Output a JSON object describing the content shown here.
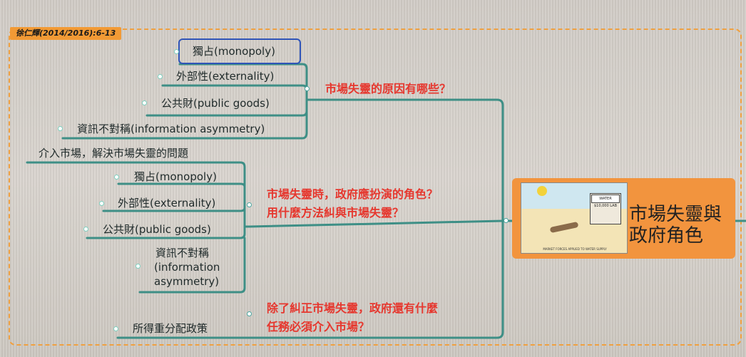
{
  "boundary_label": "徐仁輝(2014/2016):6-13",
  "central": {
    "title_line1": "市場失靈與",
    "title_line2": "政府角色",
    "image_sign": "WATER $10,000 LAB",
    "image_caption": "MARKET FORCES APPLIED TO WATER SUPPLY"
  },
  "questions": {
    "q1": "市場失靈的原因有哪些？",
    "q2_line1": "市場失靈時，政府應扮演的角色？",
    "q2_line2": "用什麼方法糾與市場失靈？",
    "q3_line1": "除了糾正市場失靈，政府還有什麼",
    "q3_line2": "任務必須介入市場？"
  },
  "branch1": {
    "items": [
      "獨占(monopoly)",
      "外部性(externality)",
      "公共財(public goods)",
      "資訊不對稱(information asymmetry)"
    ]
  },
  "branch2": {
    "summary": "介入市場，解決市場失靈的問題",
    "items": [
      "獨占(monopoly)",
      "外部性(externality)",
      "公共財(public goods)"
    ],
    "item4_line1": "資訊不對稱",
    "item4_line2": "(information",
    "item4_line3": "asymmetry)"
  },
  "branch3": {
    "items": [
      "所得重分配政策"
    ]
  },
  "colors": {
    "line": "#3e8f86",
    "question": "#e6372e",
    "central_bg": "#f2943e",
    "boundary": "#f0a040",
    "selection": "#2f54b8"
  }
}
